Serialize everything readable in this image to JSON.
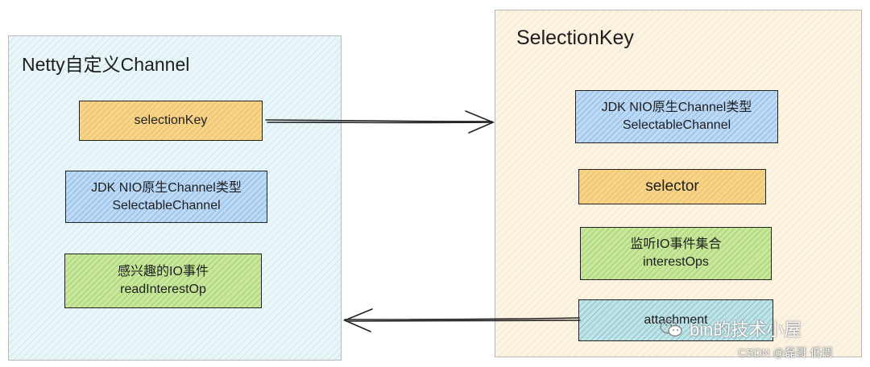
{
  "left_panel": {
    "title": "Netty自定义Channel",
    "selection_key": "selectionKey",
    "jdk_channel": {
      "line1": "JDK NIO原生Channel类型",
      "line2": "SelectableChannel"
    },
    "interest": {
      "line1": "感兴趣的IO事件",
      "line2": "readInterestOp"
    }
  },
  "right_panel": {
    "title": "SelectionKey",
    "jdk_channel": {
      "line1": "JDK NIO原生Channel类型",
      "line2": "SelectableChannel"
    },
    "selector": "selector",
    "interest_set": {
      "line1": "监听IO事件集合",
      "line2": "interestOps"
    },
    "attachment": "attachment"
  },
  "watermark": {
    "text": "bin的技术小屋",
    "icon": "wechat-icon",
    "csdn": "CSDN @磊哥 低调"
  },
  "colors": {
    "left_panel_bg": "#eaf6f8",
    "right_panel_bg": "#fbf3e3",
    "orange_box": "#f6d48a",
    "blue_box": "#bdd9f4",
    "green_box": "#c9e79c",
    "teal_box": "#bfe3e6"
  }
}
